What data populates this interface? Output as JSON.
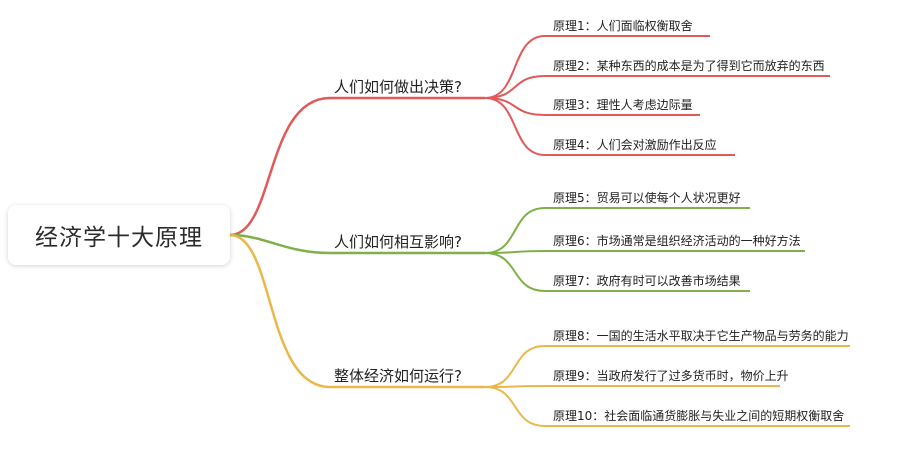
{
  "root": {
    "label": "经济学十大原理"
  },
  "colors": {
    "red": "#e05a5a",
    "green": "#7fb04a",
    "yellow": "#eab84a"
  },
  "branches": [
    {
      "label": "人们如何做出决策?",
      "color": "red",
      "leaves": [
        "原理1：人们面临权衡取舍",
        "原理2：某种东西的成本是为了得到它而放弃的东西",
        "原理3：理性人考虑边际量",
        "原理4：人们会对激励作出反应"
      ]
    },
    {
      "label": "人们如何相互影响?",
      "color": "green",
      "leaves": [
        "原理5：贸易可以使每个人状况更好",
        "原理6：市场通常是组织经济活动的一种好方法",
        "原理7：政府有时可以改善市场结果"
      ]
    },
    {
      "label": "整体经济如何运行?",
      "color": "yellow",
      "leaves": [
        "原理8：一国的生活水平取决于它生产物品与劳务的能力",
        "原理9：当政府发行了过多货币时，物价上升",
        "原理10：社会面临通货膨胀与失业之间的短期权衡取舍"
      ]
    }
  ]
}
